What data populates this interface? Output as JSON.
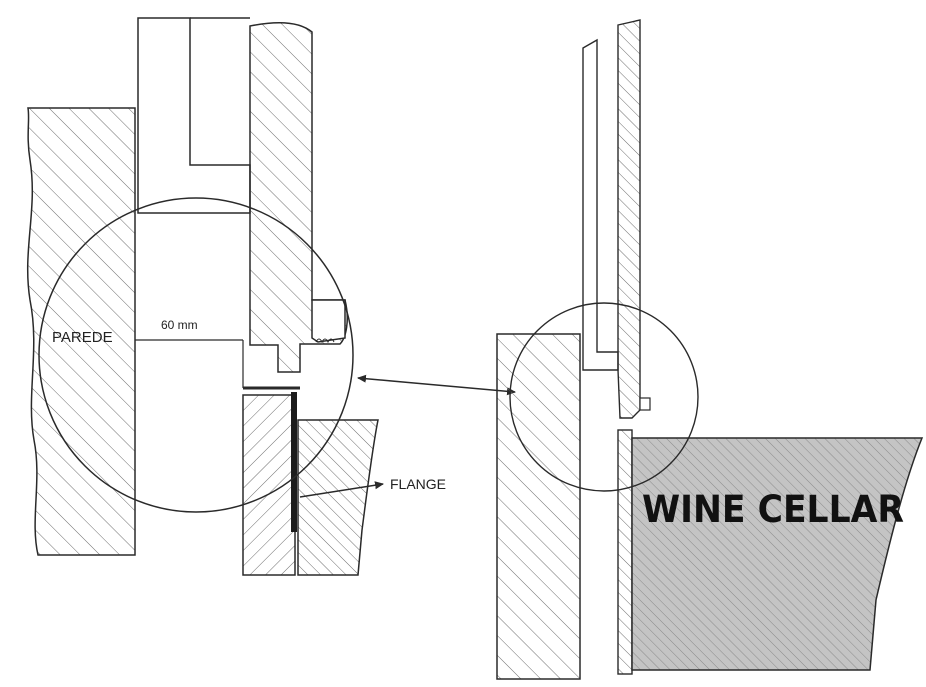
{
  "labels": {
    "wall": "PAREDE",
    "dimension": "60 mm",
    "flange": "FLANGE",
    "appliance": "WINE CELLAR"
  },
  "colors": {
    "line": "#2a2a2a",
    "hatch": "#6e6e6e",
    "cellar_fill": "#bfbfbf",
    "background": "#ffffff"
  }
}
